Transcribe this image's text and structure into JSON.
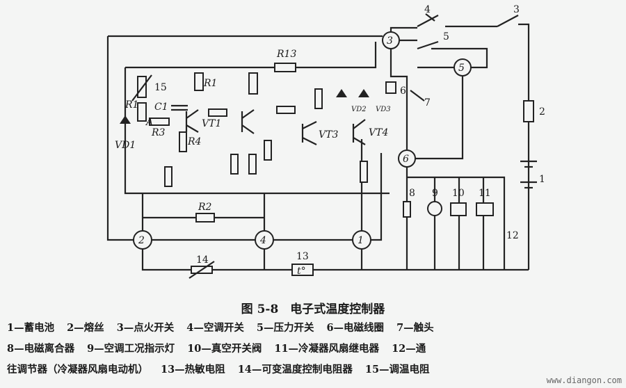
{
  "figure": {
    "caption": "图 5-8　电子式温度控制器",
    "labels": {
      "r13": "R13",
      "r1a": "R1",
      "r1b": "R1",
      "r2": "R2",
      "r3": "R3",
      "r4": "R4",
      "c1": "C1",
      "vd1": "VD1",
      "vd2": "VD2",
      "vd3": "VD3",
      "a": "A",
      "vt1": "VT1",
      "vt3": "VT3",
      "vt4": "VT4",
      "n1": "1",
      "n2": "2",
      "n3": "3",
      "n4": "4",
      "n5": "5",
      "n6": "6",
      "n7": "7",
      "n8": "8",
      "n9": "9",
      "n10": "10",
      "n11": "11",
      "n12": "12",
      "n13": "13",
      "n14": "14",
      "n15": "15",
      "t": "t°",
      "c_1": "1",
      "c_2": "2",
      "c_3": "3",
      "c_4": "4",
      "c_5": "5",
      "c_6": "6"
    },
    "legend_lines": [
      [
        "1—蓄电池",
        "2—熔丝",
        "3—点火开关",
        "4—空调开关",
        "5—压力开关",
        "6—电磁线圈",
        "7—触头"
      ],
      [
        "8—电磁离合器",
        "9—空调工况指示灯",
        "10—真空开关阀",
        "11—冷凝器风扇继电器",
        "12—通"
      ],
      [
        "往调节器（冷凝器风扇电动机）",
        "13—热敏电阻",
        "14—可变温度控制电阻器",
        "15—调温电阻"
      ]
    ],
    "watermark": "www.diangon.com"
  }
}
